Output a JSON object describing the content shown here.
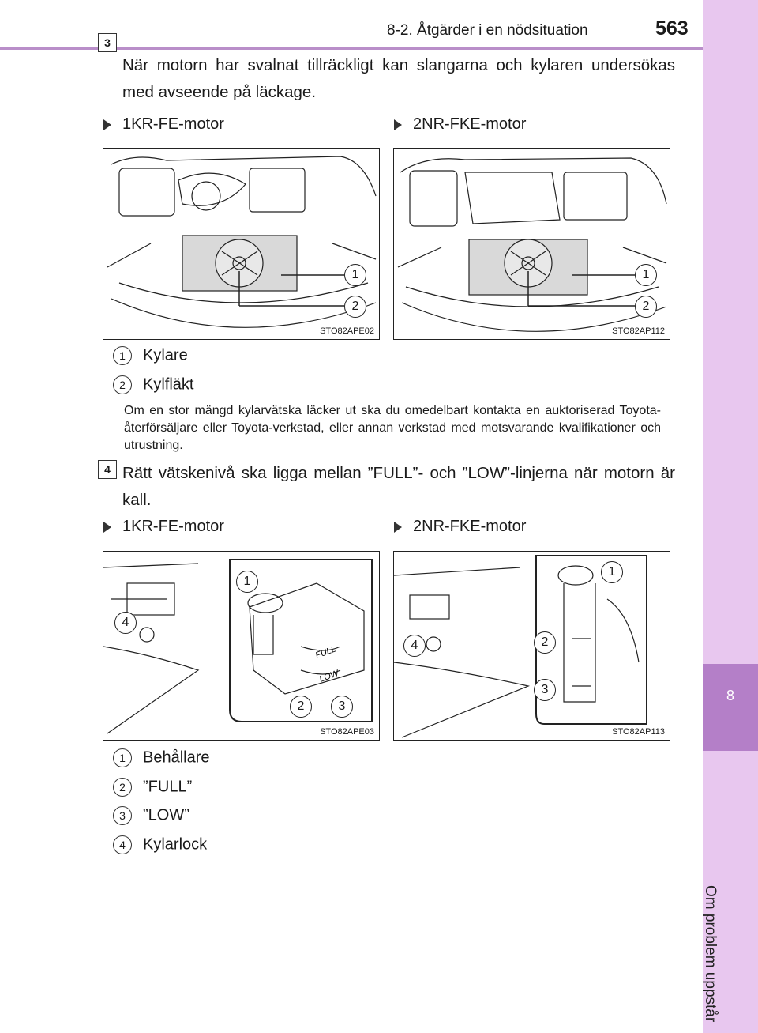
{
  "header": {
    "section": "8-2. Åtgärder i en nödsituation",
    "page": "563"
  },
  "side_tab": {
    "number": "8",
    "label": "Om problem uppstår"
  },
  "step3": {
    "number": "3",
    "text": "När motorn har svalnat tillräckligt kan slangarna och kylaren undersökas med avseende på läckage.",
    "engine_left": "1KR-FE-motor",
    "engine_right": "2NR-FKE-motor",
    "fig_left_code": "STO82APE02",
    "fig_right_code": "STO82AP112",
    "legend": [
      {
        "num": "1",
        "label": "Kylare"
      },
      {
        "num": "2",
        "label": "Kylfläkt"
      }
    ],
    "note": "Om en stor mängd kylarvätska läcker ut ska du omedelbart kontakta en auktoriserad Toyota-återförsäljare eller Toyota-verkstad, eller annan verkstad med motsvarande kvalifikationer och utrustning."
  },
  "step4": {
    "number": "4",
    "text": "Rätt vätskenivå ska ligga mellan ”FULL”- och ”LOW”-linjerna när motorn är kall.",
    "engine_left": "1KR-FE-motor",
    "engine_right": "2NR-FKE-motor",
    "fig_left_code": "STO82APE03",
    "fig_right_code": "STO82AP113",
    "fig_labels": {
      "full": "FULL",
      "low": "LOW"
    },
    "legend": [
      {
        "num": "1",
        "label": "Behållare"
      },
      {
        "num": "2",
        "label": "”FULL”"
      },
      {
        "num": "3",
        "label": "”LOW”"
      },
      {
        "num": "4",
        "label": "Kylarlock"
      }
    ]
  },
  "callout_numbers": [
    "1",
    "2",
    "3",
    "4"
  ]
}
